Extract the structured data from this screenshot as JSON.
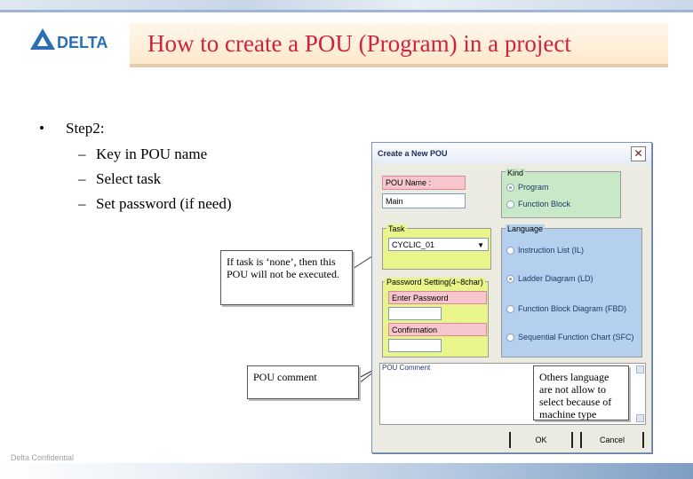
{
  "header": {
    "logo_text": "DELTA",
    "title": "How to create a POU (Program) in a project"
  },
  "bullets": {
    "main": "Step2:",
    "items": [
      "Key in POU name",
      "Select task",
      "Set password (if need)"
    ],
    "dash": "–",
    "dot": "•"
  },
  "callouts": {
    "task_note": "If task is ‘none’, then this POU will not be executed.",
    "comment_note": "POU comment",
    "language_note": "Others language are not allow to select because of machine type"
  },
  "dialog": {
    "title": "Create a New POU",
    "close_glyph": "✕",
    "pou_name_label": "POU Name :",
    "pou_name_value": "Main",
    "kind_label": "Kind",
    "kind_options": [
      {
        "label": "Program",
        "selected": true
      },
      {
        "label": "Function Block",
        "selected": false
      }
    ],
    "task_label": "Task",
    "task_value": "CYCLIC_01",
    "password_label": "Password Setting(4~8char)",
    "enter_password_label": "Enter Password",
    "confirmation_label": "Confirmation",
    "language_label": "Language",
    "language_options": [
      {
        "label": "Instruction List (IL)",
        "selected": false
      },
      {
        "label": "Ladder Diagram (LD)",
        "selected": true
      },
      {
        "label": "Function Block Diagram (FBD)",
        "selected": false
      },
      {
        "label": "Sequential Function Chart (SFC)",
        "selected": false
      }
    ],
    "comment_label": "POU Comment",
    "ok_label": "OK",
    "cancel_label": "Cancel"
  },
  "colors": {
    "title_red": "#cc2244",
    "green_group": "#c8e8c8",
    "yellow_group": "#e9f58a",
    "blue_group": "#b4d0ee",
    "pink_label": "#f7c6cd"
  },
  "footer": "Delta Confidential"
}
